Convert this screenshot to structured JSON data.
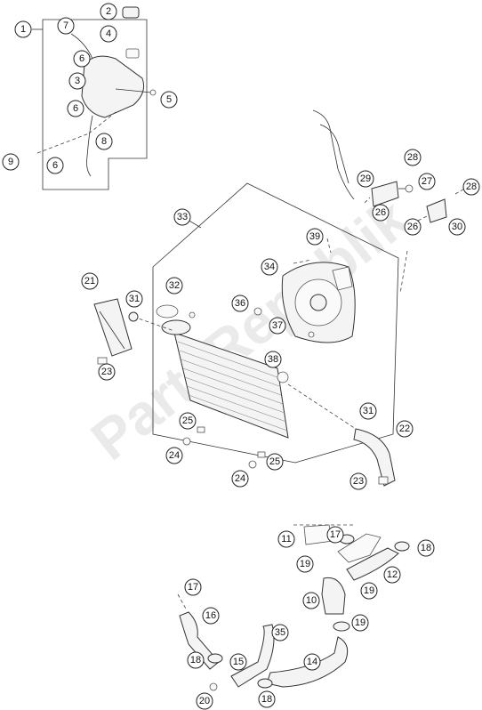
{
  "watermark": "PartsRepublik",
  "callouts": [
    "1",
    "2",
    "3",
    "4",
    "5",
    "6",
    "6",
    "6",
    "7",
    "8",
    "9",
    "10",
    "11",
    "12",
    "14",
    "15",
    "16",
    "17",
    "17",
    "18",
    "18",
    "18",
    "19",
    "19",
    "19",
    "20",
    "21",
    "22",
    "23",
    "23",
    "24",
    "24",
    "25",
    "25",
    "26",
    "26",
    "27",
    "28",
    "28",
    "29",
    "30",
    "31",
    "31",
    "32",
    "33",
    "34",
    "35",
    "36",
    "37",
    "38",
    "39"
  ]
}
